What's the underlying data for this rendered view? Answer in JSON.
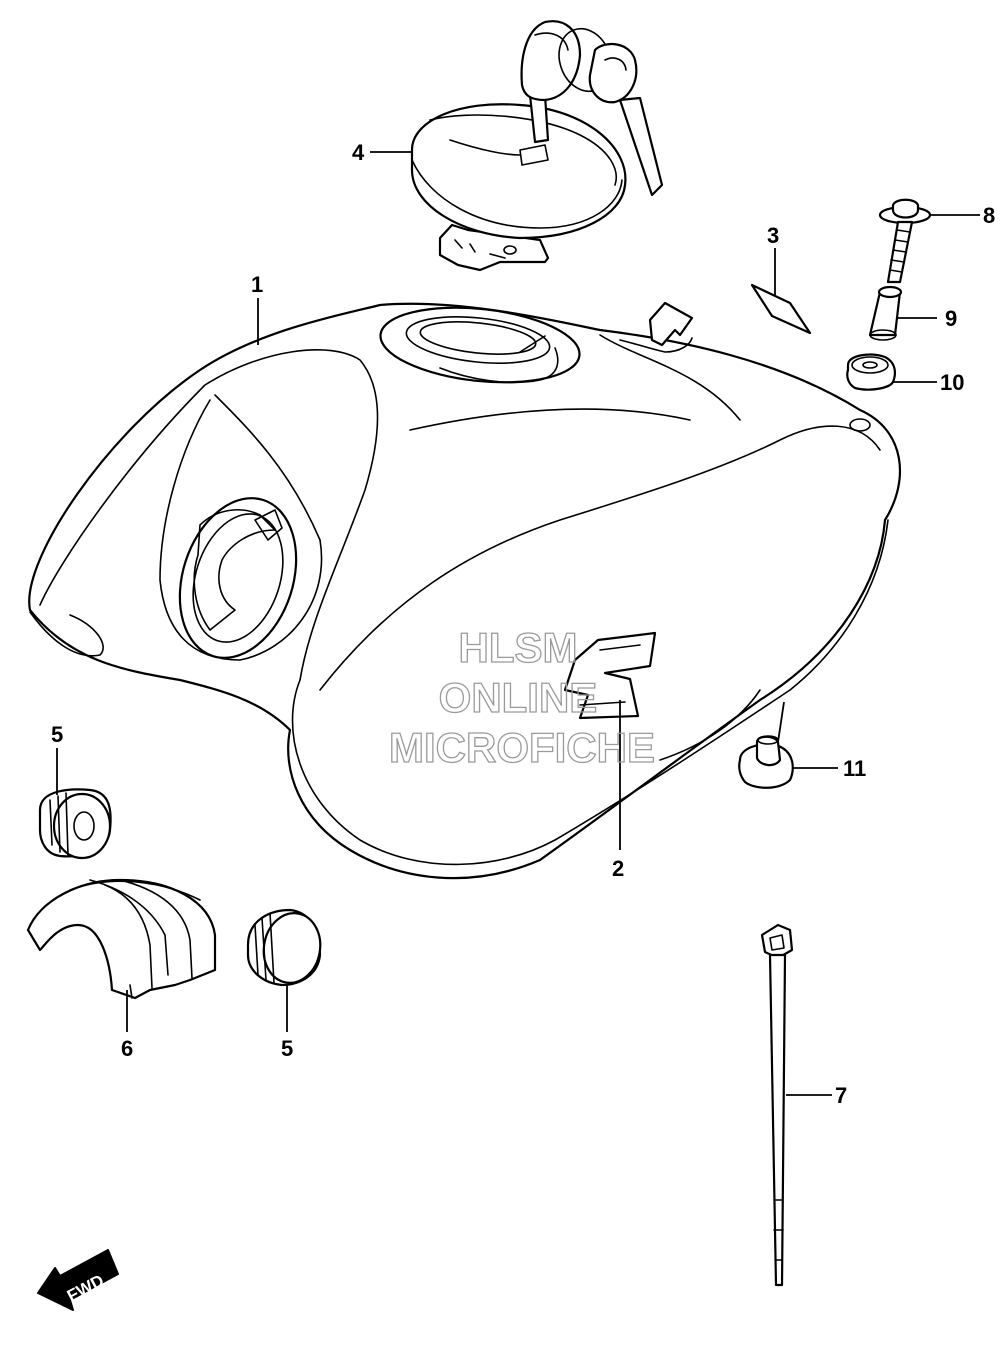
{
  "watermark": {
    "line1": "HLSM",
    "line2": "ONLINE",
    "line3": "MICROFICHE"
  },
  "direction_arrow": {
    "label": "FWD"
  },
  "callouts": {
    "tank": "1",
    "emblem": "2",
    "label": "3",
    "fuel_cap": "4",
    "cushion_upper": "5",
    "cushion_lower": "5",
    "rubber_cushion": "6",
    "clamp": "7",
    "bolt": "8",
    "spacer": "9",
    "cushion_ring": "10",
    "rear_cushion": "11"
  }
}
